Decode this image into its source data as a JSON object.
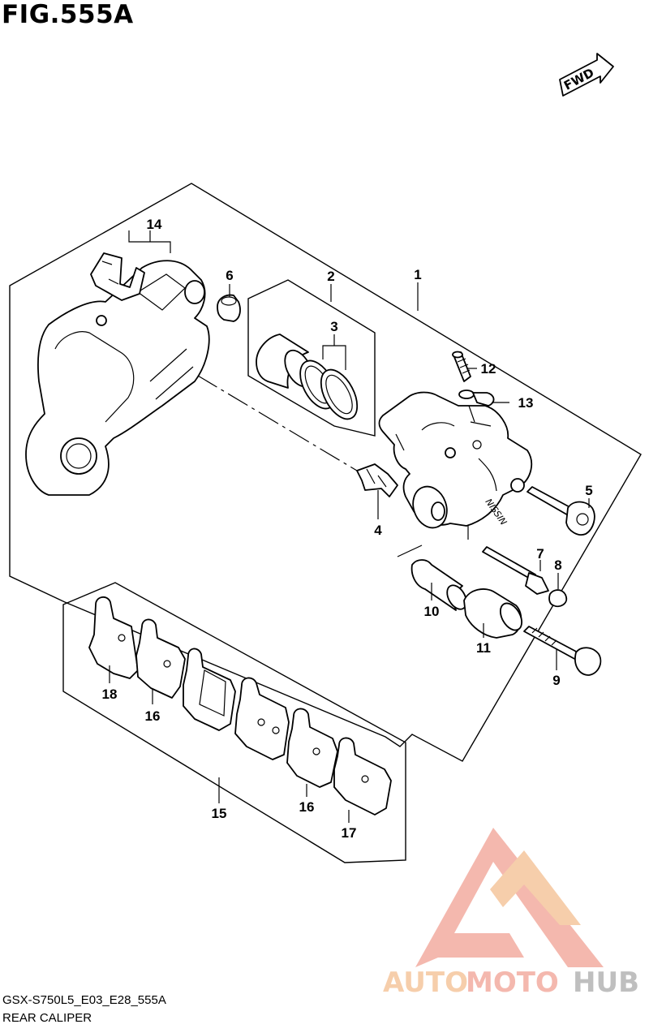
{
  "figure": {
    "title": "FIG.555A",
    "direction_badge": "FWD",
    "model_code": "GSX-S750L5_E03_E28_555A",
    "name": "REAR CALIPER"
  },
  "callouts": {
    "c1": "1",
    "c2": "2",
    "c3": "3",
    "c4": "4",
    "c5": "5",
    "c6": "6",
    "c7": "7",
    "c8": "8",
    "c9": "9",
    "c10": "10",
    "c11": "11",
    "c12": "12",
    "c13": "13",
    "c14": "14",
    "c15": "15",
    "c16a": "16",
    "c16b": "16",
    "c17": "17",
    "c18": "18"
  },
  "watermark": {
    "part1": "AUTO",
    "part2": "MOTO",
    "part3": "HUB",
    "color_primary": "#f3b1a6",
    "color_secondary": "#f6c9a2",
    "color_hub": "#b9b9b9"
  },
  "colors": {
    "ink": "#000000",
    "paper": "#ffffff"
  }
}
